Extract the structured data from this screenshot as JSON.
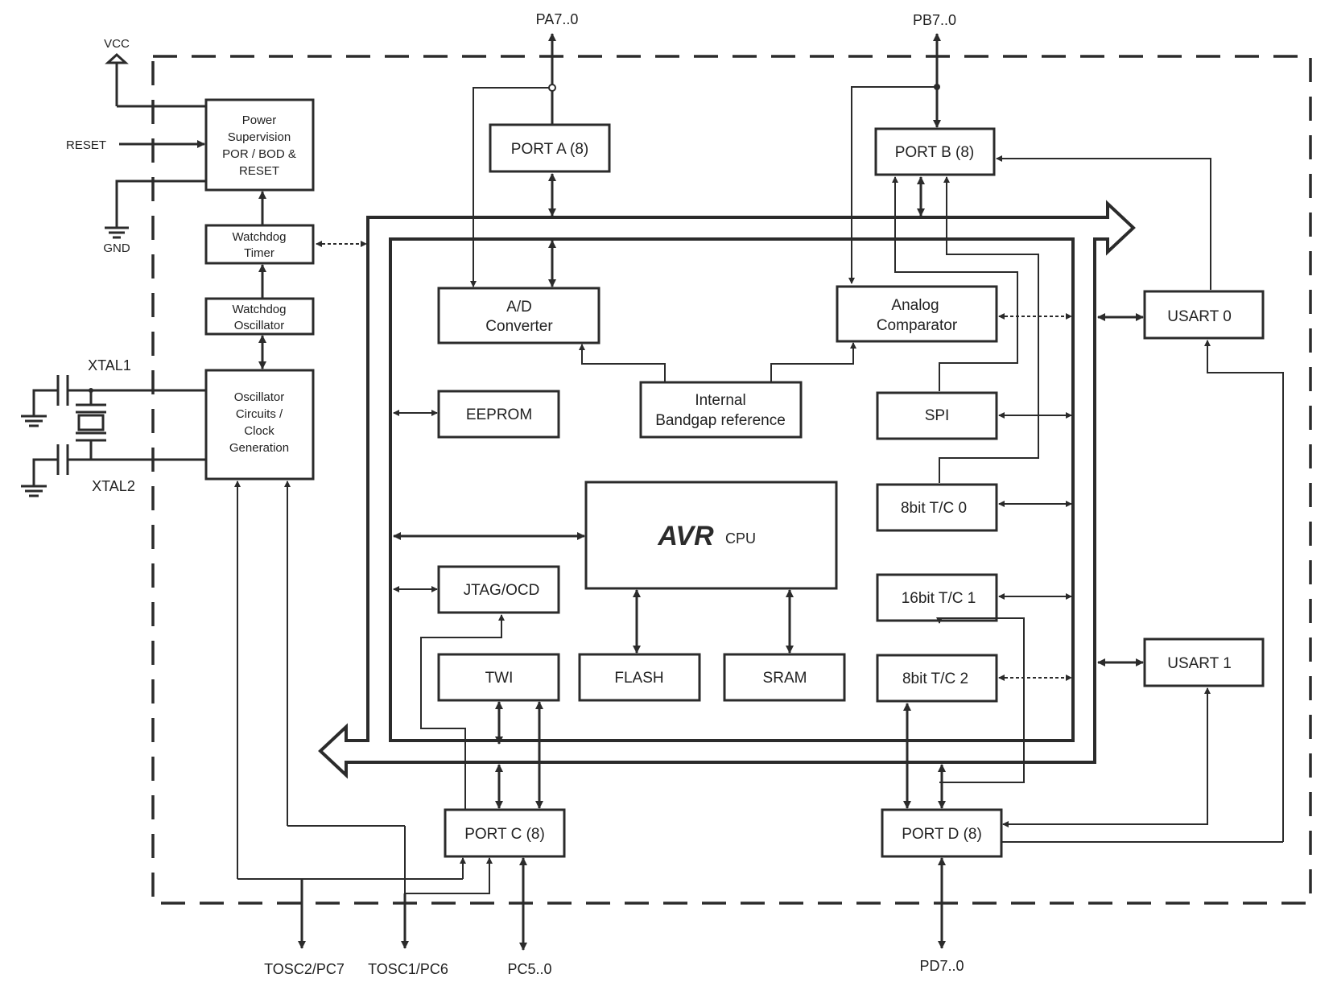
{
  "signals": {
    "vcc": "VCC",
    "reset": "RESET",
    "gnd": "GND",
    "xtal1": "XTAL1",
    "xtal2": "XTAL2",
    "pa": "PA7..0",
    "pb": "PB7..0",
    "tosc2": "TOSC2/PC7",
    "tosc1": "TOSC1/PC6",
    "pc": "PC5..0",
    "pd": "PD7..0"
  },
  "blocks": {
    "power": [
      "Power",
      "Supervision",
      "POR / BOD &",
      "RESET"
    ],
    "wdt": [
      "Watchdog",
      "Timer"
    ],
    "wdo": [
      "Watchdog",
      "Oscillator"
    ],
    "osc": [
      "Oscillator",
      "Circuits /",
      "Clock",
      "Generation"
    ],
    "port_a": "PORT A (8)",
    "port_b": "PORT B (8)",
    "port_c": "PORT C (8)",
    "port_d": "PORT D (8)",
    "adc": [
      "A/D",
      "Converter"
    ],
    "acomp": [
      "Analog",
      "Comparator"
    ],
    "bandgap": [
      "Internal",
      "Bandgap reference"
    ],
    "eeprom": "EEPROM",
    "spi": "SPI",
    "tc0": "8bit T/C 0",
    "tc1": "16bit T/C 1",
    "tc2": "8bit T/C 2",
    "usart0": "USART 0",
    "usart1": "USART 1",
    "jtag": "JTAG/OCD",
    "twi": "TWI",
    "flash": "FLASH",
    "sram": "SRAM",
    "cpu_logo": "AVR",
    "cpu_label": "CPU"
  }
}
